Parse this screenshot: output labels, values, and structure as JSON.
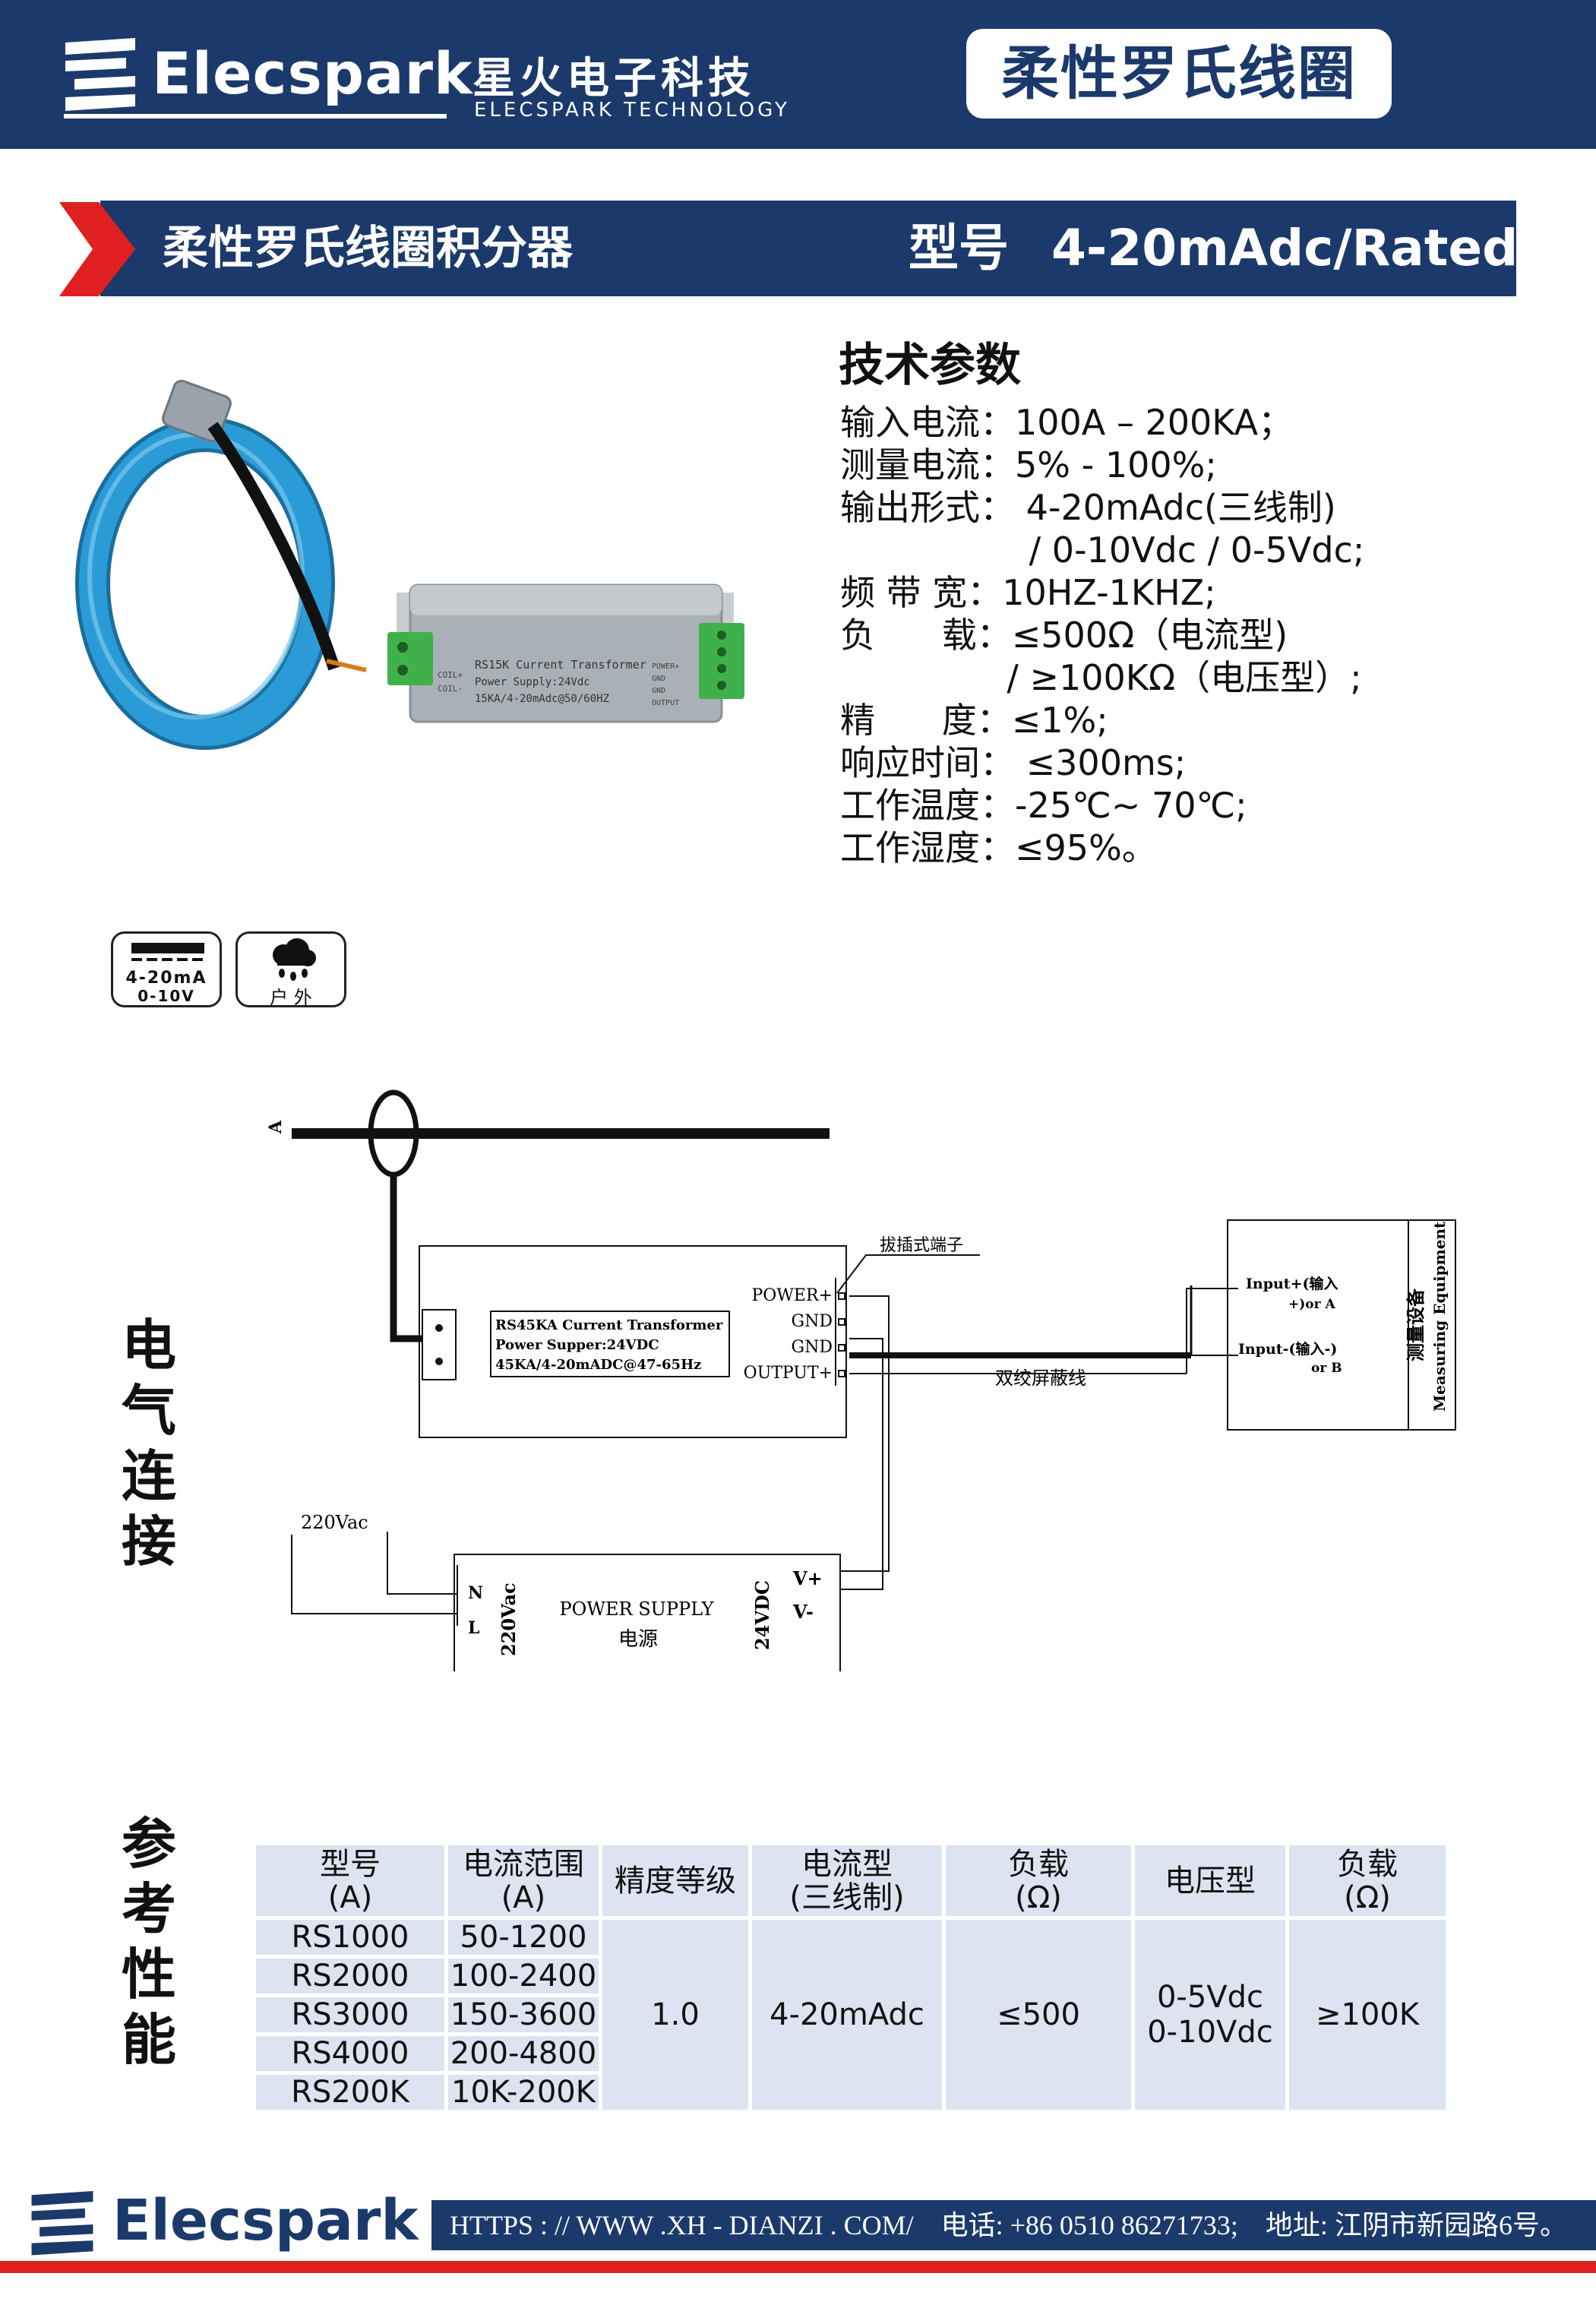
{
  "header": {
    "brand": "Elecspark",
    "brand_cn": "星火电子科技",
    "brand_en": "ELECSPARK TECHNOLOGY",
    "title": "柔性罗氏线圈"
  },
  "banner": {
    "product": "柔性罗氏线圈积分器",
    "model_label": "型号",
    "model_value": "4-20mAdc/Rated"
  },
  "product_label": {
    "line1": "RS15K Current Transformer",
    "line2": "Power Supply:24Vdc",
    "line3": "15KA/4-20mAdc@50/60HZ",
    "coil_plus": "COIL+",
    "coil_minus": "COIL-",
    "power_plus": "POWER+",
    "gnd1": "GND",
    "gnd2": "GND",
    "output": "OUTPUT"
  },
  "specs": {
    "title": "技术参数",
    "lines": [
      "输入电流：100A – 200KA；",
      "测量电流：5% - 100%;",
      "输出形式： 4-20mAdc(三线制)",
      "                 / 0-10Vdc / 0-5Vdc;",
      "频 带 宽：10HZ-1KHZ;",
      "负      载：≤500Ω（电流型)",
      "               / ≥100KΩ（电压型）;",
      "精      度：≤1%;",
      "响应时间： ≤300ms;",
      "工作温度：-25℃~ 70℃;",
      "工作湿度：≤95%。"
    ]
  },
  "badges": {
    "signal_line1": "4-20mA",
    "signal_line2": "0-10V",
    "outdoor": "户 外"
  },
  "sections": {
    "wiring": "电气连接",
    "performance": "参考性能"
  },
  "diagram": {
    "phase": "A",
    "terminal_note": "拔插式端子",
    "ct_line1": "RS45KA Current Transformer",
    "ct_line2": "Power Supper:24VDC",
    "ct_line3": "45KA/4-20mADC@47-65Hz",
    "power_plus": "POWER+",
    "gnd1": "GND",
    "gnd2": "GND",
    "output_plus": "OUTPUT+",
    "cable": "双绞屏蔽线",
    "equip_in_plus": "Input+(输入",
    "equip_in_plus2": "+)or A",
    "equip_in_minus": "Input-(输入-)",
    "equip_in_minus2": "or B",
    "equip_cn": "测量设备",
    "equip_en": "Measuring Equipment",
    "ac_input": "220Vac",
    "n": "N",
    "l": "L",
    "ps_in": "220Vac",
    "ps_title": "POWER SUPPLY",
    "ps_cn": "电源",
    "ps_out": "24VDC",
    "v_plus": "V+",
    "v_minus": "V-"
  },
  "table": {
    "headers": [
      [
        "型号",
        "(A)"
      ],
      [
        "电流范围",
        "(A)"
      ],
      [
        "精度等级"
      ],
      [
        "电流型",
        "(三线制)"
      ],
      [
        "负载",
        "(Ω)"
      ],
      [
        "电压型"
      ],
      [
        "负载",
        "(Ω)"
      ]
    ],
    "models": [
      "RS1000",
      "RS2000",
      "RS3000",
      "RS4000",
      "RS200K"
    ],
    "ranges": [
      "50-1200",
      "100-2400",
      "150-3600",
      "200-4800",
      "10K-200K"
    ],
    "accuracy": "1.0",
    "current_output": "4-20mAdc",
    "current_load": "≤500",
    "voltage_output_1": "0-5Vdc",
    "voltage_output_2": "0-10Vdc",
    "voltage_load": "≥100K"
  },
  "footer": {
    "brand": "Elecspark",
    "contact": "HTTPS : // WWW .XH - DIANZI . COM/    电话: +86 0510 86271733;    地址: 江阴市新园路6号。"
  },
  "colors": {
    "navy": "#1b3a6b",
    "accent_red": "#e02020",
    "cable_blue": "#2a9bd6",
    "table_bg": "#dde3f0"
  }
}
